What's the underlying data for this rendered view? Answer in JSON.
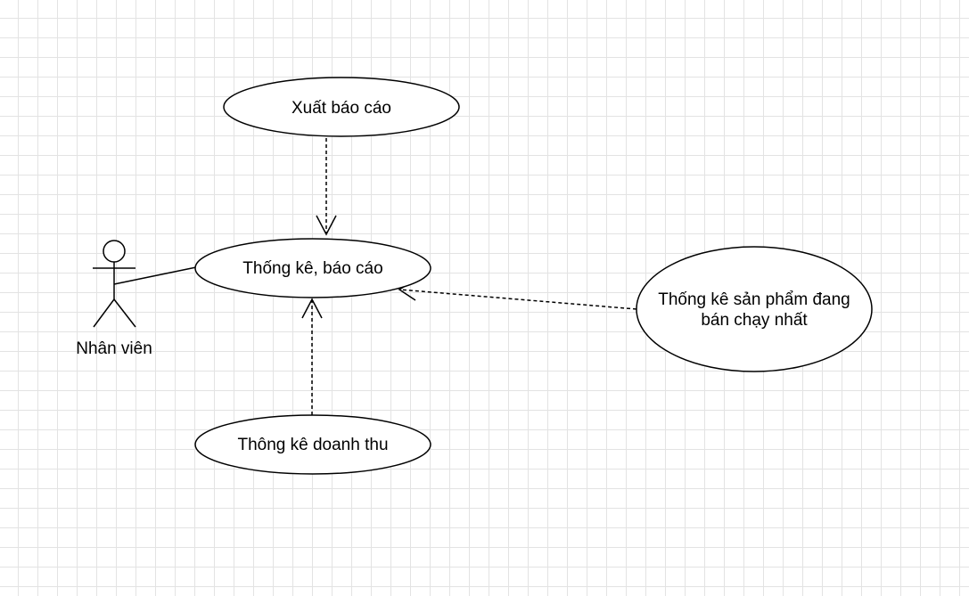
{
  "diagram": {
    "actor": {
      "label": "Nhân viên"
    },
    "use_cases": {
      "export_report": {
        "label": "Xuất báo cáo"
      },
      "statistics_report": {
        "label": "Thống kê, báo cáo"
      },
      "best_selling": {
        "line1": "Thống kê sản phẩm đang",
        "line2": "bán chạy nhất"
      },
      "revenue": {
        "label": "Thông kê doanh thu"
      }
    }
  }
}
